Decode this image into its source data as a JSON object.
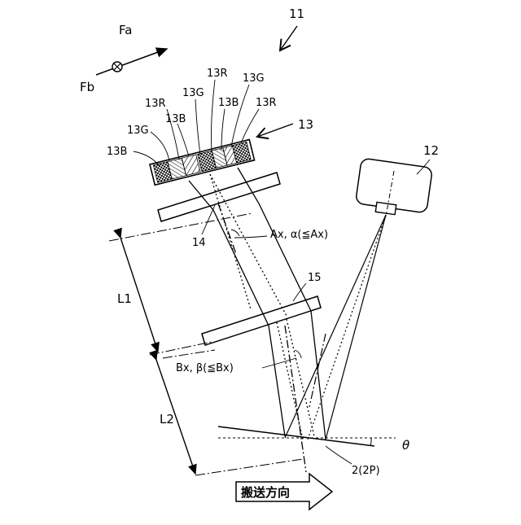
{
  "labels": {
    "ref_11": "11",
    "ref_12": "12",
    "ref_13": "13",
    "ref_14": "14",
    "ref_15": "15",
    "fa": "Fa",
    "fb": "Fb",
    "led_13B_a": "13B",
    "led_13G_a": "13G",
    "led_13R_a": "13R",
    "led_13B_b": "13B",
    "led_13G_b": "13G",
    "led_13R_b": "13R",
    "led_13B_c": "13B",
    "led_13G_c": "13G",
    "led_13R_c": "13R",
    "ax_alpha": "Ax, α(≦Ax)",
    "bx_beta": "Bx, β(≦Bx)",
    "l1": "L1",
    "l2": "L2",
    "theta": "θ",
    "medium": "2(2P)",
    "transport": "搬送方向"
  }
}
